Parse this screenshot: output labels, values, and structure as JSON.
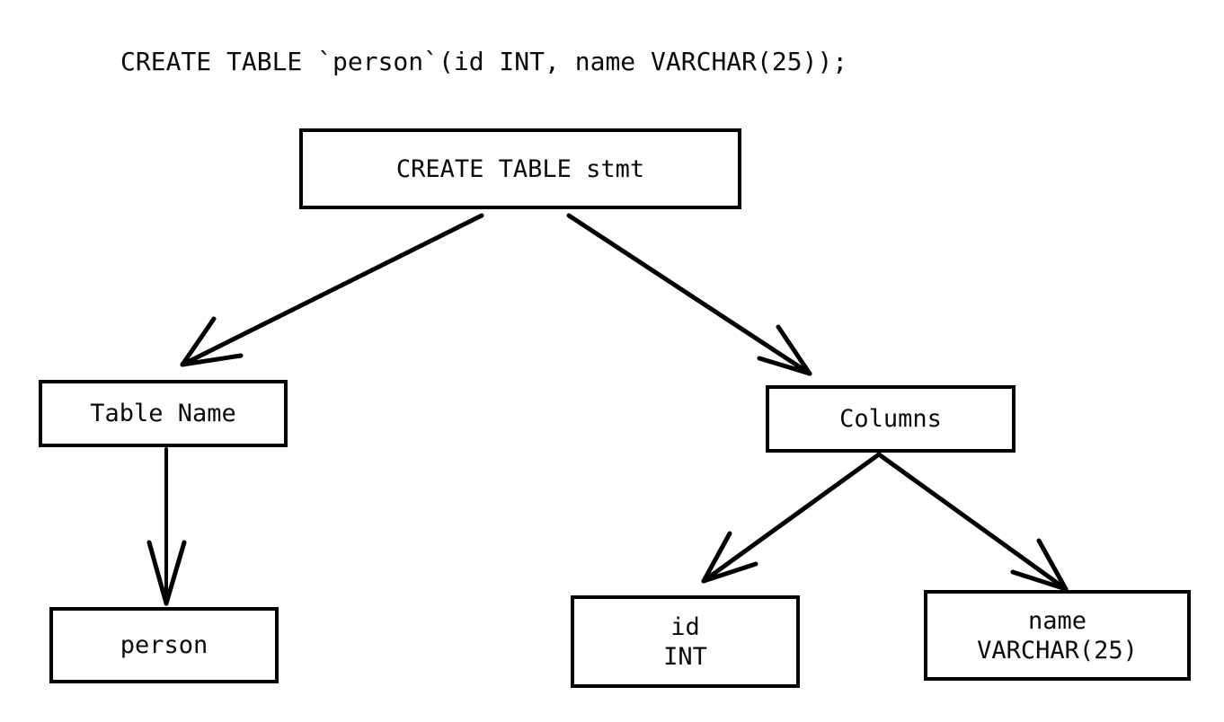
{
  "title": {
    "sql_statement": "CREATE TABLE `person`(id INT, name VARCHAR(25));"
  },
  "diagram": {
    "type": "parse-tree",
    "nodes": [
      {
        "id": "root",
        "label": "CREATE TABLE stmt",
        "label_line2": ""
      },
      {
        "id": "tablename",
        "label": "Table Name",
        "label_line2": ""
      },
      {
        "id": "columns",
        "label": "Columns",
        "label_line2": ""
      },
      {
        "id": "person",
        "label": "person",
        "label_line2": ""
      },
      {
        "id": "id",
        "label": "id",
        "label_line2": "INT"
      },
      {
        "id": "name",
        "label": "name",
        "label_line2": "VARCHAR(25)"
      }
    ],
    "edges": [
      {
        "from": "root",
        "to": "tablename",
        "arrow": "open-vee"
      },
      {
        "from": "root",
        "to": "columns",
        "arrow": "open-vee"
      },
      {
        "from": "tablename",
        "to": "person",
        "arrow": "open-vee"
      },
      {
        "from": "columns",
        "to": "id",
        "arrow": "open-vee"
      },
      {
        "from": "columns",
        "to": "name",
        "arrow": "open-vee"
      }
    ],
    "colors": {
      "background": "#ffffff",
      "stroke": "#000000",
      "text": "#0a0a0a"
    }
  }
}
